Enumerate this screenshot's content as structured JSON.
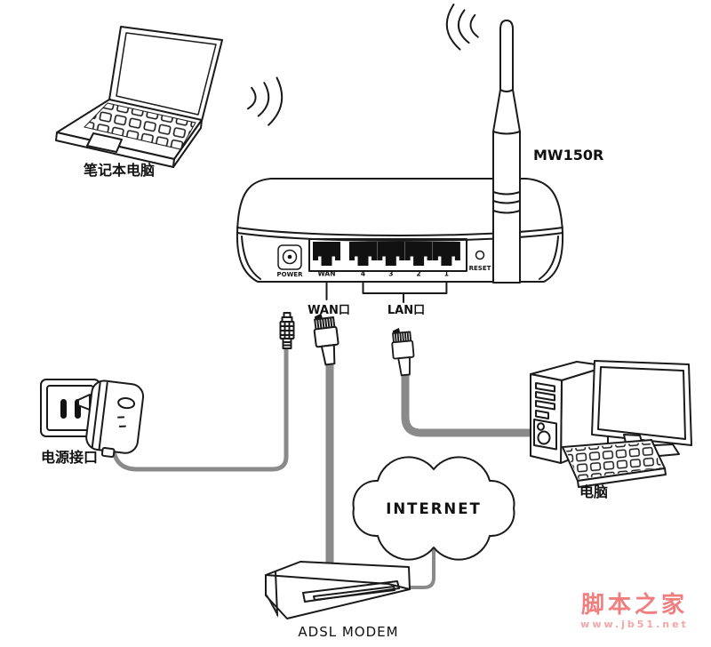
{
  "laptop": {
    "label": "笔记本电脑"
  },
  "router": {
    "model": "MW150R",
    "wan_callout": "WAN口",
    "lan_callout": "LAN口",
    "panel": {
      "power": "POWER",
      "wan": "WAN",
      "lan_ports": [
        "4",
        "3",
        "2",
        "1"
      ],
      "reset": "RESET"
    }
  },
  "power": {
    "outlet_label": "电源接口"
  },
  "modem": {
    "label": "ADSL MODEM"
  },
  "internet": {
    "label": "INTERNET"
  },
  "computer": {
    "label": "电脑"
  },
  "watermark": {
    "site_name": "脚本之家",
    "site_url": "www.jb51.net"
  },
  "colors": {
    "line": "#1a1a1a",
    "cable_gray": "#8a8a8a",
    "thin_cable_gray": "#999999",
    "watermark_red": "#ef7f7f",
    "watermark_pink": "#f3a6a6"
  }
}
